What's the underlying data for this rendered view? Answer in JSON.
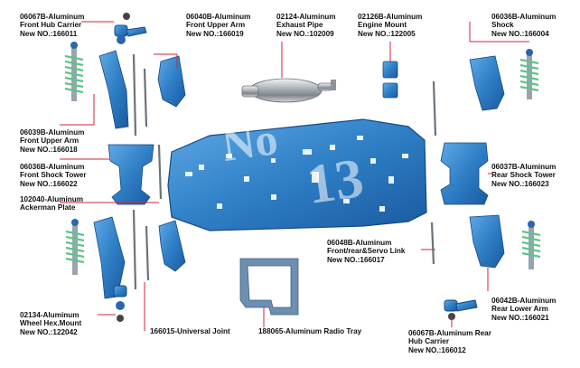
{
  "labels": {
    "hub_carrier_front": [
      "06067B-Aluminum",
      "Front Hub Carrier",
      "New NO.:166011"
    ],
    "front_upper_arm_top": [
      "06040B-Aluminum",
      "Front Upper Arm",
      "New NO.:166019"
    ],
    "exhaust_pipe": [
      "02124-Aluminum",
      "Exhaust Pipe",
      "New NO.:102009"
    ],
    "engine_mount": [
      "02126B-Aluminum",
      "Engine Mount",
      "New NO.:122005"
    ],
    "shock": [
      "06036B-Aluminum",
      "Shock",
      "New NO.:166004"
    ],
    "front_upper_arm_left": [
      "06039B-Aluminum",
      "Front Upper Arm",
      "New NO.:166018"
    ],
    "front_shock_tower": [
      "06036B-Aluminum",
      "Front Shock Tower",
      "New NO.:166022"
    ],
    "ackerman_plate": [
      "102040-Aluminum",
      "Ackerman Plate"
    ],
    "rear_shock_tower": [
      "06037B-Aluminum",
      "Rear Shock Tower",
      "New NO.:166023"
    ],
    "servo_link": [
      "06048B-Aluminum",
      "Front/rear&Servo Link",
      "New NO.:166017"
    ],
    "rear_lower_arm": [
      "06042B-Aluminum",
      "Rear Lower Arm",
      "New NO.:166021"
    ],
    "wheel_hex_mount": [
      "02134-Aluminum",
      "Wheel Hex.Mount",
      "New NO.:122042"
    ],
    "universal_joint": [
      "166015-Universal Joint"
    ],
    "radio_tray": [
      "188065-Aluminum Radio Tray"
    ],
    "rear_hub_carrier": [
      "06067B-Aluminum Rear",
      "Hub Carrier",
      "New NO.:166012"
    ]
  },
  "watermark": {
    "text_a": "No",
    "text_b": "13"
  },
  "colors": {
    "part_blue": "#2f7fc6",
    "part_dark": "#1a4f8a",
    "leader_red": "#d2233a",
    "spring_green": "#5fc48a",
    "metal": "#9aa4ad"
  }
}
